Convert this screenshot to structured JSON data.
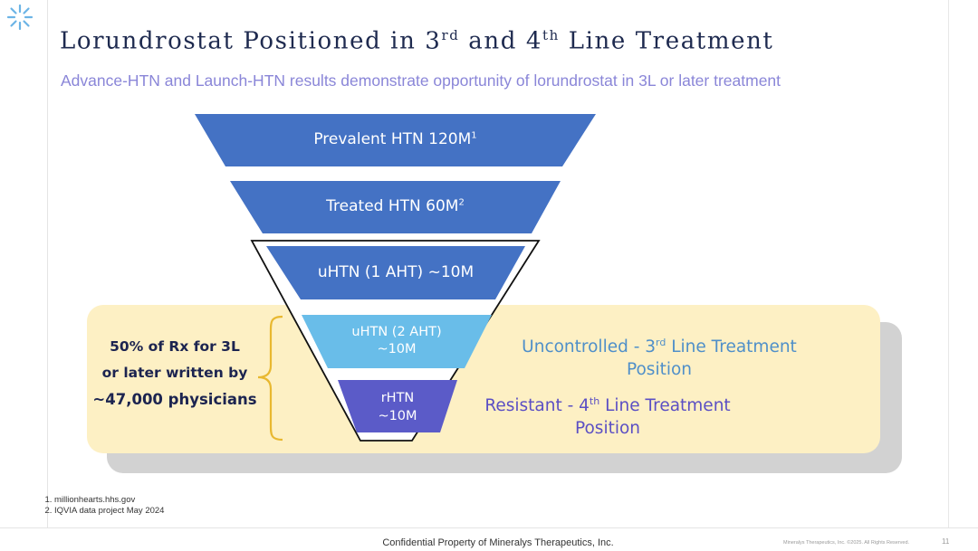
{
  "slide": {
    "title_main": "Lorundrostat Positioned in 3",
    "title_sup1": "rd",
    "title_mid": " and 4",
    "title_sup2": "th",
    "title_end": " Line Treatment",
    "subtitle": "Advance-HTN and Launch-HTN results demonstrate opportunity of lorundrostat in 3L or later treatment"
  },
  "funnel": {
    "levels": [
      {
        "label": "Prevalent HTN 120M",
        "sup": "1",
        "color": "#4472c4"
      },
      {
        "label": "Treated HTN 60M",
        "sup": "2",
        "color": "#4472c4"
      },
      {
        "label": "uHTN (1 AHT) ~10M",
        "color": "#4472c4"
      },
      {
        "label_line1": "uHTN (2 AHT)",
        "label_line2": "~10M",
        "color": "#69bde9"
      },
      {
        "label_line1": "rHTN",
        "label_line2": "~10M",
        "color": "#5b5bc8"
      }
    ]
  },
  "callout": {
    "line1": "50% of Rx for 3L",
    "line2": "or later written by",
    "line3": "~47,000 physicians"
  },
  "status": {
    "uncontrolled_line1_a": "Uncontrolled - 3",
    "uncontrolled_sup": "rd",
    "uncontrolled_line1_b": " Line Treatment",
    "uncontrolled_line2": "Position",
    "uncontrolled_color": "#4f8fc9",
    "resistant_line1_a": "Resistant - 4",
    "resistant_sup": "th",
    "resistant_line1_b": " Line Treatment",
    "resistant_line2": "Position",
    "resistant_color": "#5b4fc4"
  },
  "colors": {
    "highlight_box": "#fdf0c4",
    "brace": "#e8b830",
    "title": "#1e2a4f",
    "subtitle": "#8a86d8"
  },
  "icons": {
    "logo": "starburst-logo-icon",
    "brace": "curly-brace-icon"
  },
  "footnotes": [
    "millionhearts.hhs.gov",
    "IQVIA data project May 2024"
  ],
  "footer": {
    "confidential": "Confidential Property of Mineralys Therapeutics, Inc.",
    "copyright": "Mineralys Therapeutics, Inc. ©2025. All Rights Reserved.",
    "page_number": "11"
  }
}
